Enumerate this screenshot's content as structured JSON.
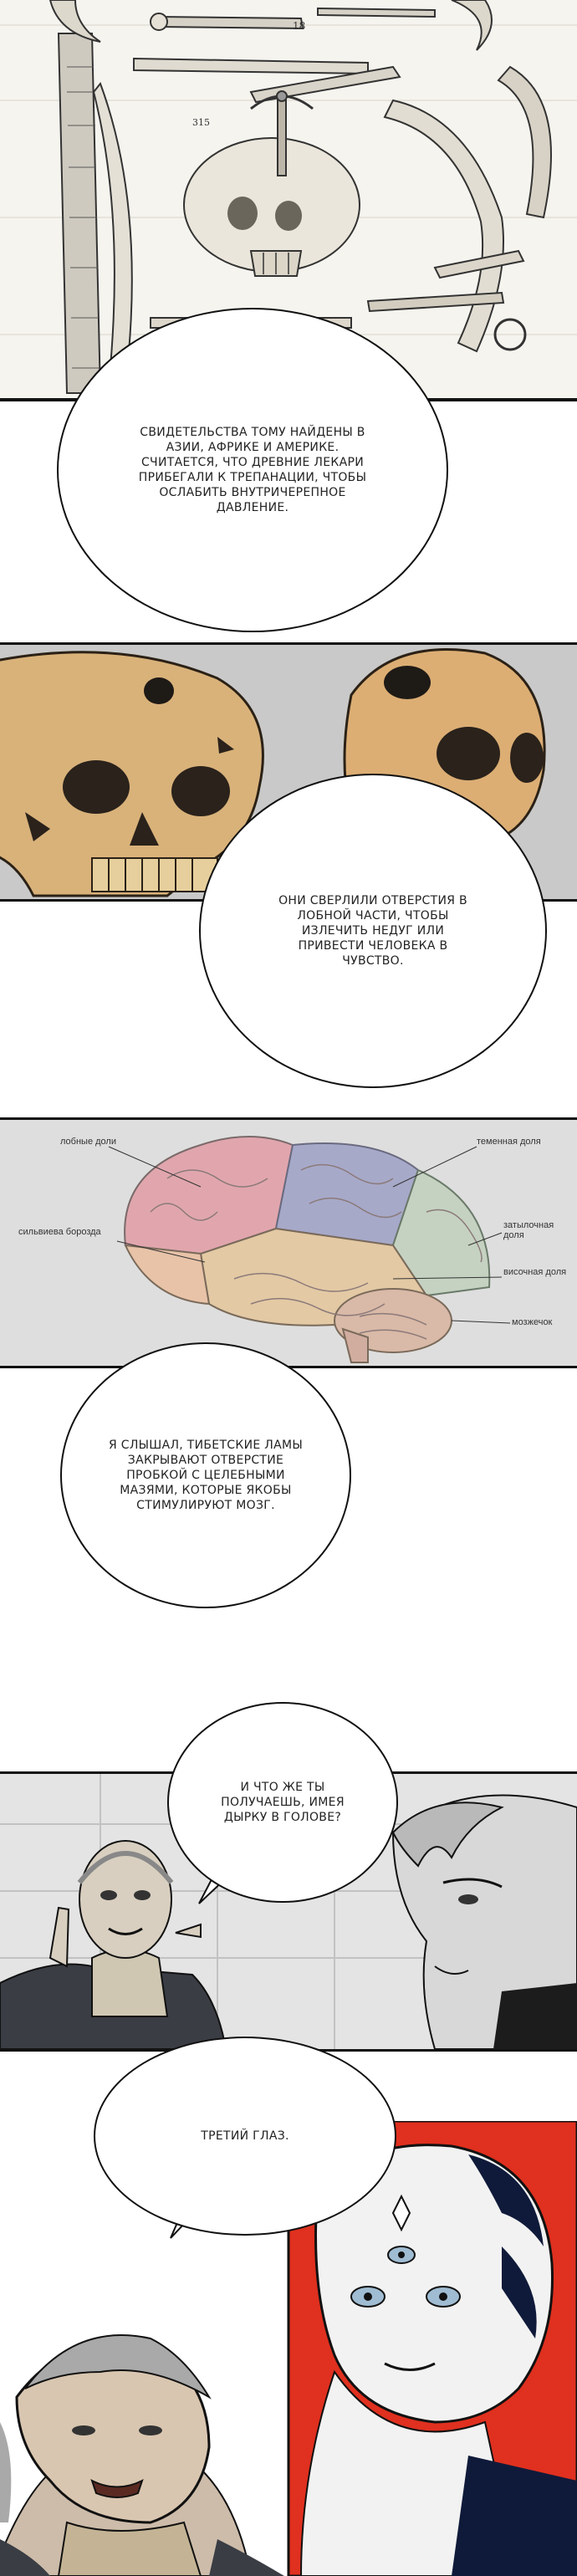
{
  "captions": {
    "c1": "Свидетельства тому найдены в Азии, Африке и Америке. Считается, что древние лекари прибегали к трепанации, чтобы ослабить внутричерепное давление.",
    "c2": "Они сверлили отверстия в лобной части, чтобы излечить недуг или привести человека в чувство.",
    "c3": "Я слышал, тибетские ламы закрывают отверстие пробкой с целебными мазями, которые якобы стимулируют мозг.",
    "c4": "И что же ты получаешь, имея дырку в голове?",
    "c5": "Третий глаз."
  },
  "engraving": {
    "numbers": [
      "18",
      "315"
    ]
  },
  "brain": {
    "labels": {
      "frontal": "лобные доли",
      "parietal": "теменная доля",
      "sylvian": "сильвиева борозда",
      "occipital": "затылочная доля",
      "temporal": "височная доля",
      "cerebellum": "мозжечок"
    }
  },
  "colors": {
    "red_bg": "#e0301f",
    "skull_bone": "#d9b27a",
    "panel_gray": "#c9c9c9",
    "frontal": "#e1a6ad",
    "parietal": "#a7a9c9",
    "temporal": "#e3c9a4",
    "occipital": "#c5d2c1"
  }
}
